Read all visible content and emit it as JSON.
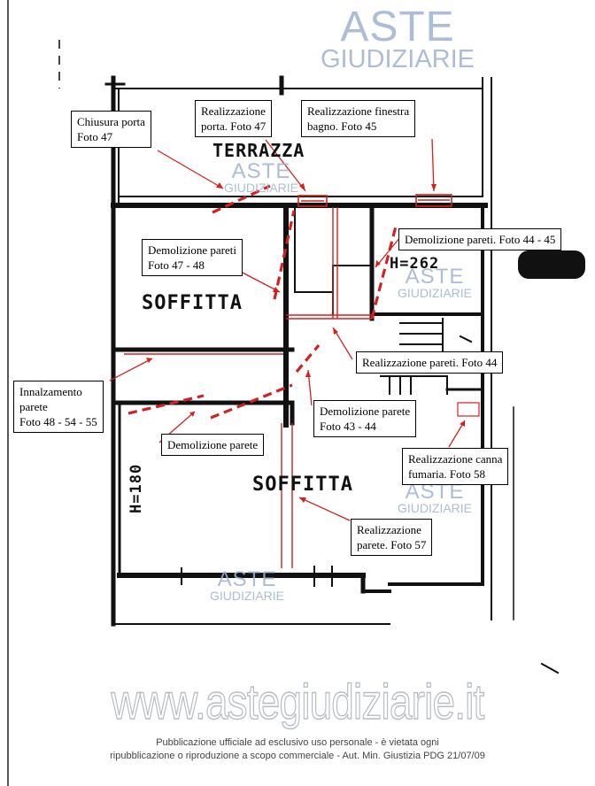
{
  "watermark": {
    "brand_top": "ASTE",
    "brand_bottom": "GIUDIZIARIE"
  },
  "rooms": {
    "terrazza": "TERRAZZA",
    "soffitta_upper": "SOFFITTA",
    "soffitta_lower": "SOFFITTA",
    "height_stair": "H=262",
    "height_lower": "H=180"
  },
  "callouts": {
    "chiusura_porta": [
      "Chiusura porta",
      "Foto 47"
    ],
    "realizzazione_porta": [
      "Realizzazione",
      "porta. Foto 47"
    ],
    "realizzazione_finestra": [
      "Realizzazione finestra",
      "bagno. Foto 45"
    ],
    "demolizione_pareti_44_45": [
      "Demolizione pareti. Foto 44 - 45"
    ],
    "demolizione_pareti_47_48": [
      "Demolizione pareti",
      "Foto 47 - 48"
    ],
    "realizzazione_pareti_44": [
      "Realizzazione pareti. Foto 44"
    ],
    "innalzamento": [
      "Innalzamento",
      "parete",
      "Foto 48 - 54 - 55"
    ],
    "demolizione_parete_43_44": [
      "Demolizione parete",
      "Foto 43 - 44"
    ],
    "demolizione_parete": [
      "Demolizione parete"
    ],
    "canna_fumaria": [
      "Realizzazione canna",
      "fumaria. Foto 58"
    ],
    "realizzazione_parete_57": [
      "Realizzazione",
      "parete. Foto 57"
    ]
  },
  "footer": {
    "site": "www.astegiudiziarie.it",
    "line1": "Pubblicazione ufficiale ad esclusivo uso personale - è vietata ogni",
    "line2": "ripubblicazione o riproduzione a scopo commerciale - Aut. Min. Giustizia PDG 21/07/09"
  },
  "colors": {
    "annotation": "#d42020",
    "walls": "#111111",
    "watermark": "#9fb2cf"
  }
}
